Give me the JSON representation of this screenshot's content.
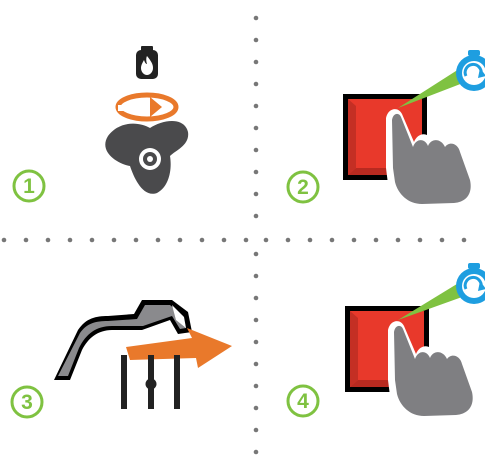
{
  "steps": [
    {
      "number": "1",
      "illustration": "gas-cylinder-knob-turn"
    },
    {
      "number": "2",
      "illustration": "press-red-button-with-timer"
    },
    {
      "number": "3",
      "illustration": "lever-push-right"
    },
    {
      "number": "4",
      "illustration": "press-red-button-with-timer"
    }
  ],
  "colors": {
    "step_badge": "#7fc241",
    "arrow_orange": "#e9792b",
    "button_red": "#e8392b",
    "light_ray_green": "#7fc241",
    "timer_blue": "#1e9ee0",
    "hand_gray": "#7f7f82",
    "knob_dark": "#4a4a4c",
    "divider_dots": "#777777"
  }
}
